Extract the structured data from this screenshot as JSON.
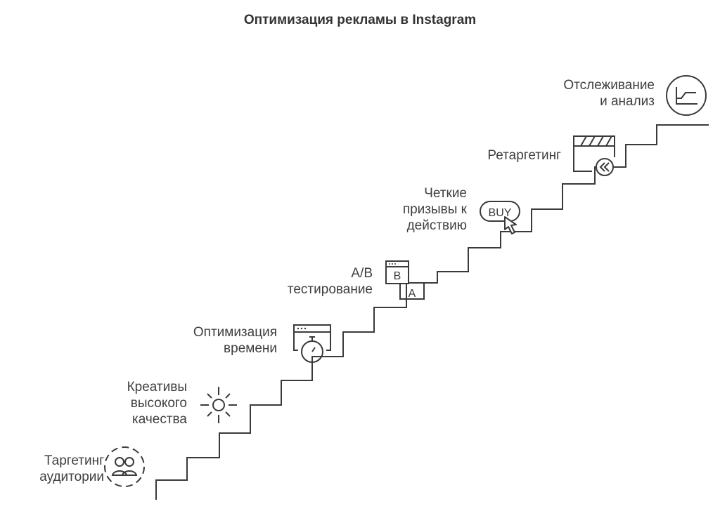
{
  "title": "Оптимизация рекламы в Instagram",
  "steps": [
    {
      "lines": [
        "Таргетинг",
        "аудитории"
      ],
      "icon": "audience-icon"
    },
    {
      "lines": [
        "Креативы",
        "высокого",
        "качества"
      ],
      "icon": "sun-icon"
    },
    {
      "lines": [
        "Оптимизация",
        "времени"
      ],
      "icon": "browser-stopwatch-icon"
    },
    {
      "lines": [
        "A/B",
        "тестирование"
      ],
      "icon": "ab-test-icon"
    },
    {
      "lines": [
        "Четкие",
        "призывы к",
        "действию"
      ],
      "icon": "buy-cursor-icon"
    },
    {
      "lines": [
        "Ретаргетинг"
      ],
      "icon": "clapperboard-rewind-icon"
    },
    {
      "lines": [
        "Отслеживание",
        "и анализ"
      ],
      "icon": "chart-circle-icon"
    }
  ],
  "icon_text": {
    "ab_b": "B",
    "ab_a": "A",
    "buy": "BUY"
  },
  "colors": {
    "stroke": "#3a3a3a",
    "text": "#3f3f3f"
  }
}
